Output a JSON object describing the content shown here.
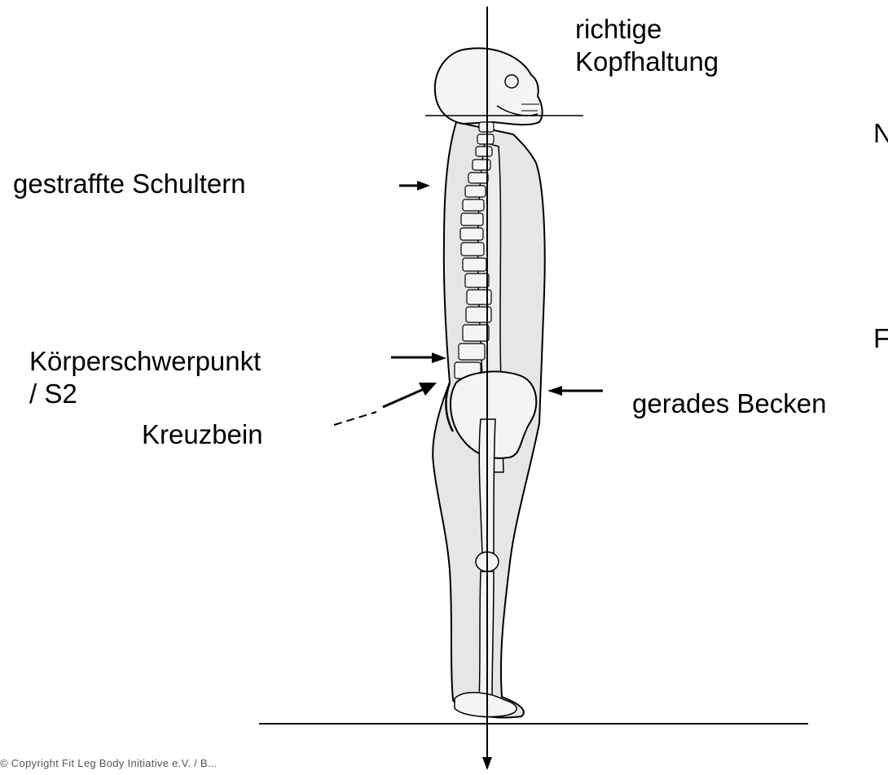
{
  "labels": {
    "head": "richtige\nKopfhaltung",
    "shoulders": "gestraffte Schultern",
    "center_of_gravity": "Körperschwerpunkt\n/ S2",
    "sacrum": "Kreuzbein",
    "pelvis": "gerades Becken",
    "cut_right_1": "N",
    "cut_right_2": "F"
  },
  "copyright": "© Copyright Fit Leg Body Initiative e.V. / B...",
  "colors": {
    "ink": "#000000",
    "body_fill": "#e6e6e6",
    "bone_fill": "#f4f4f4"
  }
}
